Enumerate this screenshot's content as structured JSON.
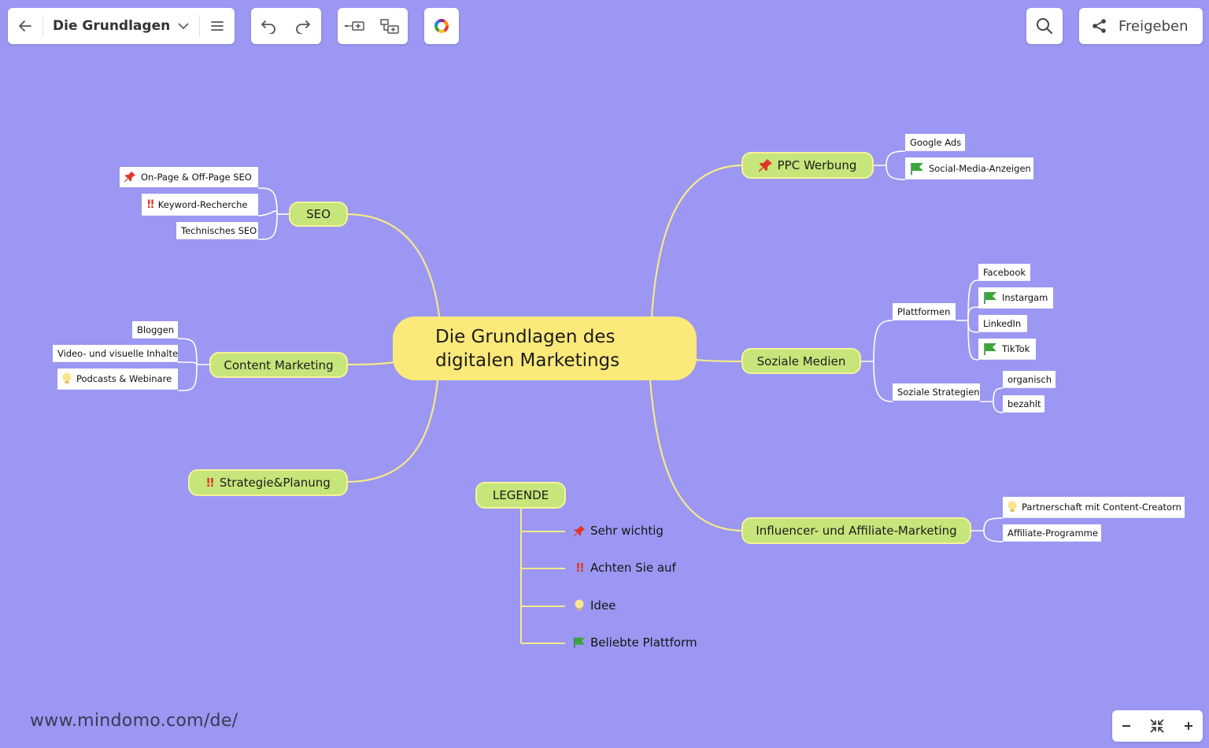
{
  "toolbar": {
    "doc_title": "Die Grundlagen ...",
    "share_label": "Freigeben"
  },
  "central": {
    "line1": "Die Grundlagen des",
    "line2": "digitalen Marketings"
  },
  "branches": {
    "seo": "SEO",
    "content": "Content Marketing",
    "strategie": "Strategie&Planung",
    "ppc": "PPC Werbung",
    "social": "Soziale Medien",
    "influencer": "Influencer- und Affiliate-Marketing",
    "legende": "LEGENDE"
  },
  "leaves": {
    "seo": [
      "On-Page & Off-Page SEO",
      "Keyword-Recherche",
      "Technisches SEO"
    ],
    "content": [
      "Bloggen",
      "Video- und visuelle Inhalte",
      "Podcasts & Webinare"
    ],
    "ppc": [
      "Google Ads",
      "Social-Media-Anzeigen"
    ],
    "social_groups": [
      "Plattformen",
      "Soziale Strategien"
    ],
    "plattformen": [
      "Facebook",
      "Instargam",
      "LinkedIn",
      "TikTok"
    ],
    "strategien": [
      "organisch",
      "bezahlt"
    ],
    "influencer": [
      "Partnerschaft mit Content-Creatorn",
      "Affiliate-Programme"
    ]
  },
  "legend": [
    "Sehr wichtig",
    "Achten Sie auf",
    "Idee",
    "Beliebte Plattform"
  ],
  "icons": {
    "important": "pushpin-icon",
    "attention": "double-exclamation-icon",
    "idea": "lightbulb-icon",
    "popular": "green-flag-icon"
  },
  "colors": {
    "background": "#9b97f2",
    "central": "#fbe97a",
    "branch": "#c6e57a",
    "connector": "#f6e98a",
    "flag": "#3aa63a",
    "pin": "#e0352b"
  },
  "watermark": "www.mindomo.com/de/"
}
